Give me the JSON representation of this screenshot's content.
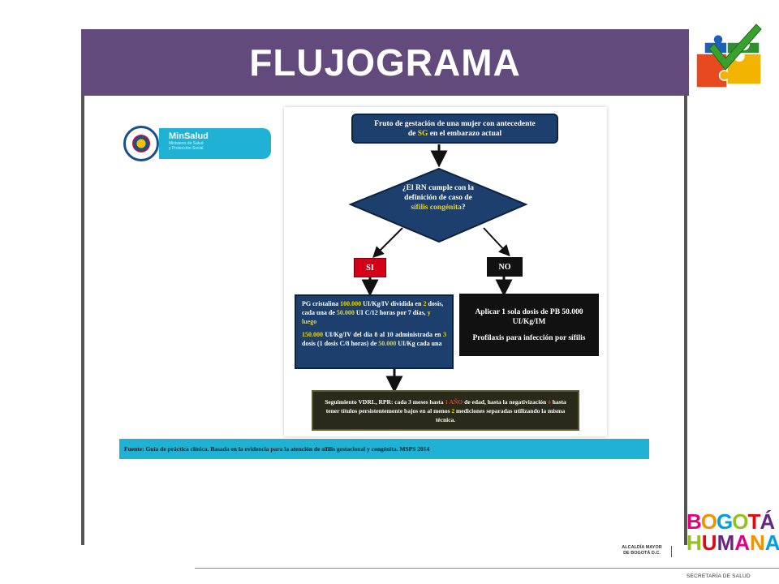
{
  "slide": {
    "title": "FLUJOGRAMA"
  },
  "logo_minsalud": {
    "brand": "MinSalud",
    "subtitle_1": "Ministerio de Salud",
    "subtitle_2": "y Protección Social"
  },
  "flowchart": {
    "start_line_1": "Fruto de gestación de una mujer con antecedente",
    "start_line_2_pre": "de ",
    "start_line_2_hl": "SG",
    "start_line_2_post": " en el embarazo actual",
    "decision_line_1": "¿El RN cumple con la",
    "decision_line_2": "definición de caso de",
    "decision_hl": "sífilis congénita",
    "decision_end": "?",
    "yes_label": "SI",
    "no_label": "NO",
    "treatment_p1": {
      "a": "PG cristalina ",
      "b": "100.000",
      "c": " UI/Kg/IV dividida en ",
      "d": "2",
      "e": " dosis, cada una de ",
      "f": "50.000",
      "g": " UI C/12 horas por 7 días, ",
      "h": "y luego"
    },
    "treatment_p2": {
      "a": "150.000",
      "b": " UI/Kg/IV del día ",
      "c": "8",
      "d": " al ",
      "e": "10",
      "f": " administrada en ",
      "g": "3",
      "h": " dosis (1 dosis C/8 horas) de ",
      "i": "50.000",
      "j": " UI/Kg cada una"
    },
    "prophylaxis_1": "Aplicar 1 sola dosis de PB 50.000 UI/Kg/IM",
    "prophylaxis_2": "Profilaxis para infección por sífilis",
    "followup": {
      "a": "Seguimiento VDRL, RPR: cada 3 meses hasta ",
      "b": "1 AÑO",
      "c": " de edad, hasta la negativización ",
      "d": "ó",
      "e": " hasta tener títulos persistentemente bajos en al menos ",
      "f": "2",
      "g": " mediciones separadas utilizando la misma técnica."
    },
    "colors": {
      "navy": "#1c3f6e",
      "red": "#d4001a",
      "black": "#111111",
      "highlight": "#f2d600"
    }
  },
  "source_note": "Fuente: Guía de práctica clínica. Basada en la evidencia para la atención de sífilis gestacional y congénita. MSPS 2014",
  "footer": {
    "alcaldia_1": "ALCALDÍA MAYOR",
    "alcaldia_2": "DE BOGOTÁ D.C.",
    "bogota_1": "BOGOTÁ",
    "bogota_2": "HUMANA",
    "secretaria": "SECRETARÍA DE SALUD"
  },
  "icons": [
    "puzzle-check-icon",
    "colombia-seal-icon"
  ]
}
